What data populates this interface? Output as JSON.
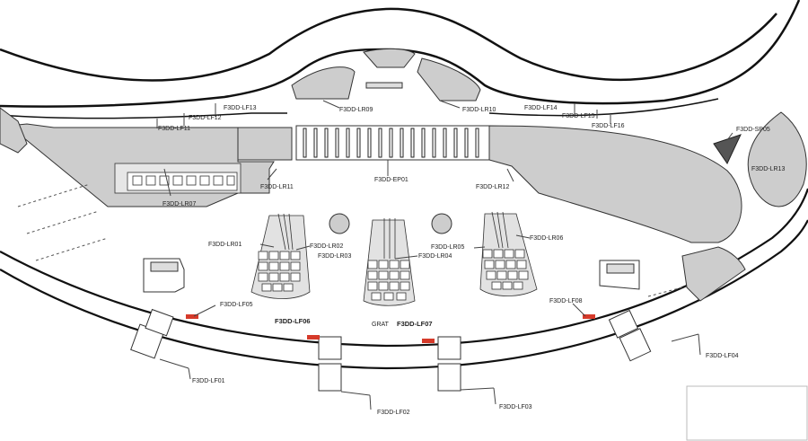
{
  "colors": {
    "background": "#ffffff",
    "wall": "#111111",
    "block_fill": "#cdcdcd",
    "block_stroke": "#333333",
    "marker": "#d63a2a",
    "leader": "#444444"
  },
  "labels": {
    "lf01": "F3DD-LF01",
    "lf02": "F3DD-LF02",
    "lf03": "F3DD-LF03",
    "lf04": "F3DD-LF04",
    "lf05": "F3DD-LF05",
    "lf06": "F3DD-LF06",
    "lf07": "F3DD-LF07",
    "lf08": "F3DD-LF08",
    "lf11": "F3DD-LF11",
    "lf12": "F3DD-LF12",
    "lf13": "F3DD-LF13",
    "lf14": "F3DD-LF14",
    "lf15": "F3DD-LF15",
    "lf16": "F3DD-LF16",
    "lr01": "F3DD-LR01",
    "lr02": "F3DD-LR02",
    "lr03": "F3DD-LR03",
    "lr04": "F3DD-LR04",
    "lr05": "F3DD-LR05",
    "lr06": "F3DD-LR06",
    "lr07": "F3DD-LR07",
    "lr09": "F3DD-LR09",
    "lr10": "F3DD-LR10",
    "lr11": "F3DD-LR11",
    "lr12": "F3DD-LR12",
    "lr13": "F3DD-LR13",
    "ep01": "F3DD-EP01",
    "sp05": "F3DD-SP05",
    "grat": "GRAT"
  }
}
